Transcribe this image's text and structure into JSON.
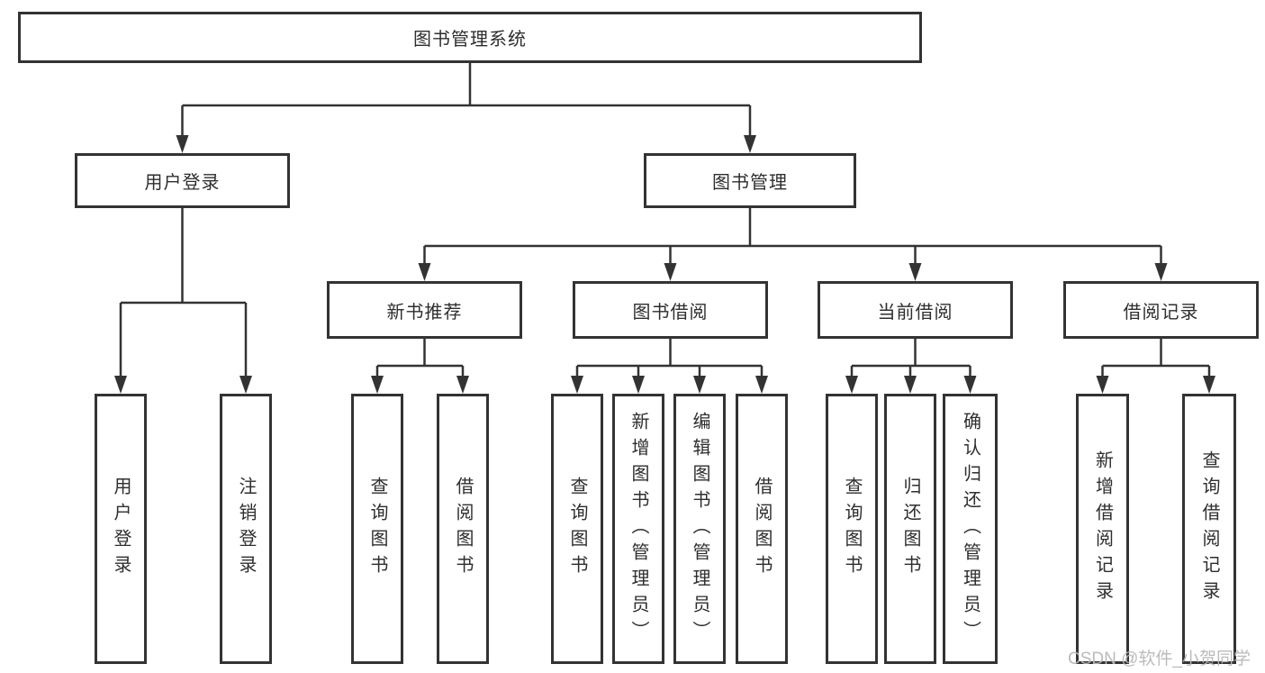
{
  "diagram": {
    "type": "hierarchy-tree",
    "root": {
      "label": "图书管理系统",
      "children": [
        {
          "label": "用户登录",
          "children": [
            {
              "label": "用户登录"
            },
            {
              "label": "注销登录"
            }
          ]
        },
        {
          "label": "图书管理",
          "children": [
            {
              "label": "新书推荐",
              "children": [
                {
                  "label": "查询图书"
                },
                {
                  "label": "借阅图书"
                }
              ]
            },
            {
              "label": "图书借阅",
              "children": [
                {
                  "label": "查询图书"
                },
                {
                  "label": "新增图书（管理员）"
                },
                {
                  "label": "编辑图书（管理员）"
                },
                {
                  "label": "借阅图书"
                }
              ]
            },
            {
              "label": "当前借阅",
              "children": [
                {
                  "label": "查询图书"
                },
                {
                  "label": "归还图书"
                },
                {
                  "label": "确认归还（管理员）"
                }
              ]
            },
            {
              "label": "借阅记录",
              "children": [
                {
                  "label": "新增借阅记录"
                },
                {
                  "label": "查询借阅记录"
                }
              ]
            }
          ]
        }
      ]
    },
    "colors": {
      "border": "#333333",
      "line": "#333333",
      "text": "#2e2e2e",
      "background": "#ffffff"
    }
  },
  "watermark": {
    "text": "CSDN @软件_小贺同学"
  }
}
